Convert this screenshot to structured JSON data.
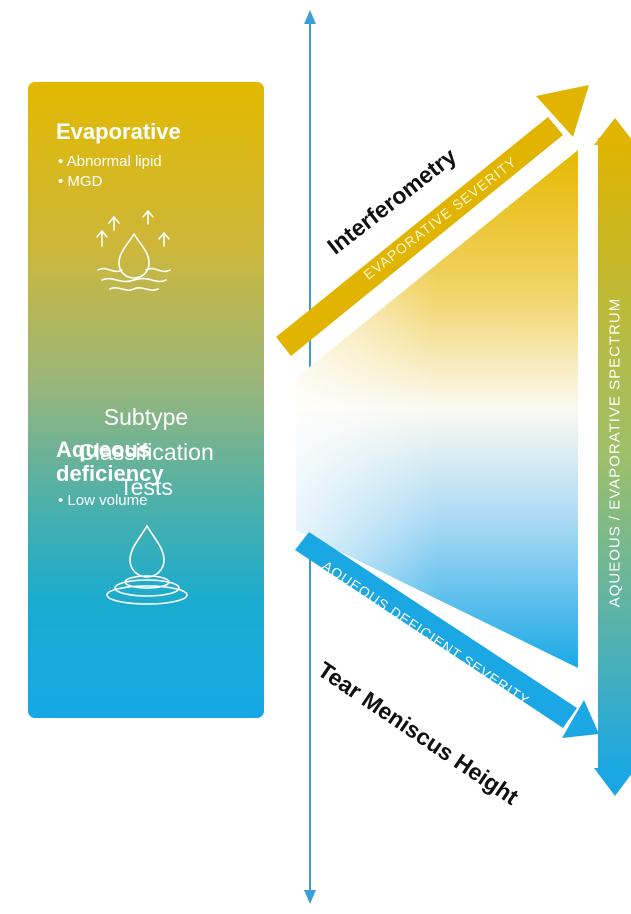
{
  "panel": {
    "evaporative": {
      "title": "Evaporative",
      "bullets": [
        "• Abnormal lipid",
        "• MGD"
      ],
      "icon": "evaporating-drop-icon"
    },
    "center": [
      "Subtype",
      "Classification",
      "Tests"
    ],
    "aqueous": {
      "title_lines": [
        "Aqueous",
        "deficiency"
      ],
      "bullets": [
        "• Low volume"
      ],
      "icon": "water-drop-icon"
    }
  },
  "labels": {
    "interferometry": "Interferometry",
    "evaporative_severity": "EVAPORATIVE SEVERITY",
    "aqueous_deficient_severity": "AQUEOUS DEFICIENT SEVERITY",
    "tear_meniscus_height": "Tear Meniscus Height",
    "spectrum": "AQUEOUS / EVAPORATIVE SPECTRUM"
  },
  "colors": {
    "gold": "#e0b400",
    "blue": "#1aa7e4",
    "spectrum_top": "#e0b400",
    "spectrum_bottom": "#1aa7e4",
    "axis": "#3a9fd8"
  }
}
